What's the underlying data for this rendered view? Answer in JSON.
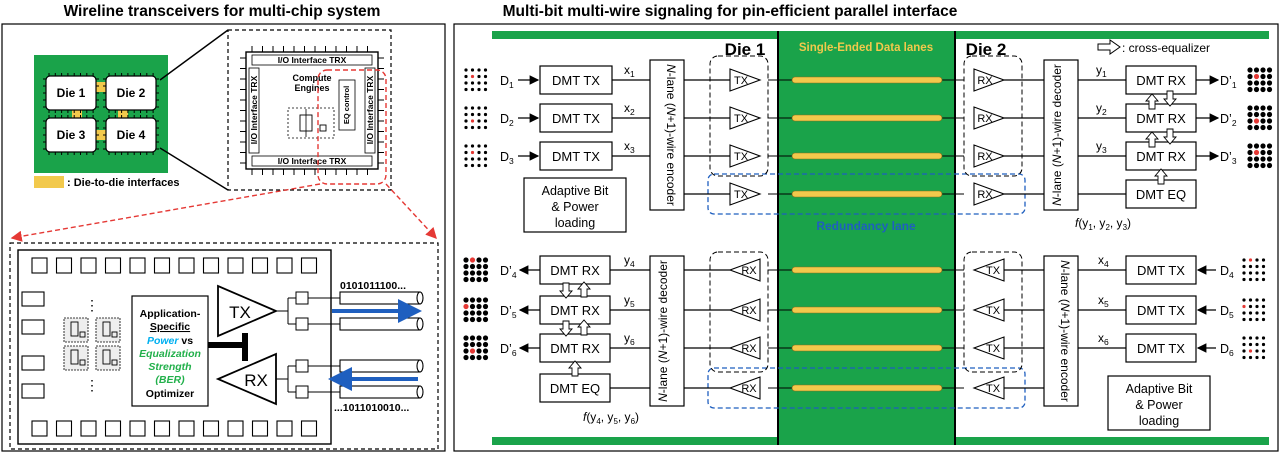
{
  "left_panel": {
    "title": "Wireline transceivers for multi-chip system",
    "dies": [
      "Die 1",
      "Die 2",
      "Die 3",
      "Die 4"
    ],
    "legend_text": ": Die-to-die interfaces",
    "chip": {
      "io_labels": [
        "I/O Interface TRX",
        "I/O Interface TRX",
        "I/O Interface TRX",
        "I/O Interface TRX"
      ],
      "compute_line1": "Compute",
      "compute_line2": "Engines",
      "eq_control": "EQ control"
    },
    "zoom": {
      "optimizer_lines": [
        "Application-",
        "Specific",
        "Power",
        "vs",
        "Equalization",
        "Strength",
        "(BER)",
        "Optimizer"
      ],
      "tx": "TX",
      "rx": "RX",
      "bits_top": "0101011100...",
      "bits_bottom": "...1011010010...",
      "dots": "⋮"
    }
  },
  "right_panel": {
    "title": "Multi-bit multi-wire signaling for pin-efficient parallel interface",
    "die1": "Die 1",
    "die2": "Die 2",
    "lanes_label": "Single-Ended Data lanes",
    "redundancy_label": "Redundancy lane",
    "cross_eq_label": ": cross-equalizer",
    "top": {
      "inputs": [
        "D",
        "D",
        "D"
      ],
      "input_subs": [
        "1",
        "2",
        "3"
      ],
      "tx_blocks": [
        "DMT TX",
        "DMT TX",
        "DMT TX"
      ],
      "x_labels": [
        "x",
        "x",
        "x"
      ],
      "x_subs": [
        "1",
        "2",
        "3"
      ],
      "encoder": "N-lane (N+1)-wire encoder",
      "adaptive": [
        "Adaptive Bit",
        "& Power",
        "loading"
      ],
      "tx": "TX",
      "rx": "RX",
      "decoder": "N-lane (N+1)-wire decoder",
      "y_labels": [
        "y",
        "y",
        "y"
      ],
      "y_subs": [
        "1",
        "2",
        "3"
      ],
      "rx_blocks": [
        "DMT RX",
        "DMT RX",
        "DMT RX"
      ],
      "eq_block": "DMT EQ",
      "outputs": [
        "D’",
        "D’",
        "D’"
      ],
      "output_subs": [
        "1",
        "2",
        "3"
      ],
      "func": "f(y1, y2, y3)"
    },
    "bottom": {
      "outputs": [
        "D’",
        "D’",
        "D’"
      ],
      "output_subs": [
        "4",
        "5",
        "6"
      ],
      "rx_blocks": [
        "DMT RX",
        "DMT RX",
        "DMT RX"
      ],
      "eq_block": "DMT EQ",
      "y_labels": [
        "y",
        "y",
        "y"
      ],
      "y_subs": [
        "4",
        "5",
        "6"
      ],
      "decoder": "N-lane (N+1)-wire decoder",
      "rx": "RX",
      "tx": "TX",
      "encoder": "N-lane (N+1)-wire encoder",
      "x_labels": [
        "x",
        "x",
        "x"
      ],
      "x_subs": [
        "4",
        "5",
        "6"
      ],
      "tx_blocks": [
        "DMT TX",
        "DMT TX",
        "DMT TX"
      ],
      "inputs": [
        "D",
        "D",
        "D"
      ],
      "input_subs": [
        "4",
        "5",
        "6"
      ],
      "adaptive": [
        "Adaptive Bit",
        "& Power",
        "loading"
      ],
      "func": "f(y4, y5, y6)"
    }
  },
  "colors": {
    "green": "#1aa34a",
    "yellow": "#f2c94c",
    "red": "#e53935",
    "blue": "#1f5fbf",
    "cyan": "#00b0f0",
    "teal_green": "#22b04b"
  }
}
